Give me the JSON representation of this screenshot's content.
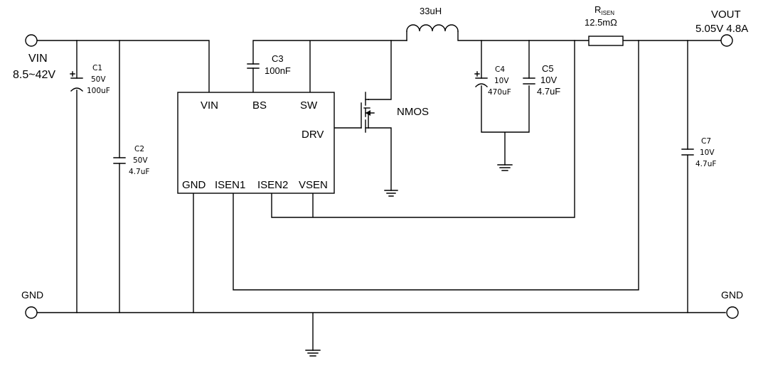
{
  "input": {
    "name": "VIN",
    "range": "8.5~42V",
    "gnd_label": "GND"
  },
  "output": {
    "name": "VOUT",
    "spec": "5.05V 4.8A",
    "gnd_label": "GND"
  },
  "ic": {
    "pins": {
      "vin": "VIN",
      "bs": "BS",
      "sw": "SW",
      "drv": "DRV",
      "gnd": "GND",
      "isen1": "ISEN1",
      "isen2": "ISEN2",
      "vsen": "VSEN"
    }
  },
  "components": {
    "c1": {
      "name": "C1",
      "voltage": "50V",
      "value": "100uF"
    },
    "c2": {
      "name": "C2",
      "voltage": "50V",
      "value": "4.7uF"
    },
    "c3": {
      "name": "C3",
      "value": "100nF"
    },
    "c4": {
      "name": "C4",
      "voltage": "10V",
      "value": "470uF"
    },
    "c5": {
      "name": "C5",
      "voltage": "10V",
      "value": "4.7uF"
    },
    "c7": {
      "name": "C7",
      "voltage": "10V",
      "value": "4.7uF"
    },
    "inductor": {
      "value": "33uH"
    },
    "rsen": {
      "name_main": "R",
      "name_sub": "ISEN",
      "value": "12.5mΩ"
    },
    "mosfet": {
      "label": "NMOS"
    }
  }
}
